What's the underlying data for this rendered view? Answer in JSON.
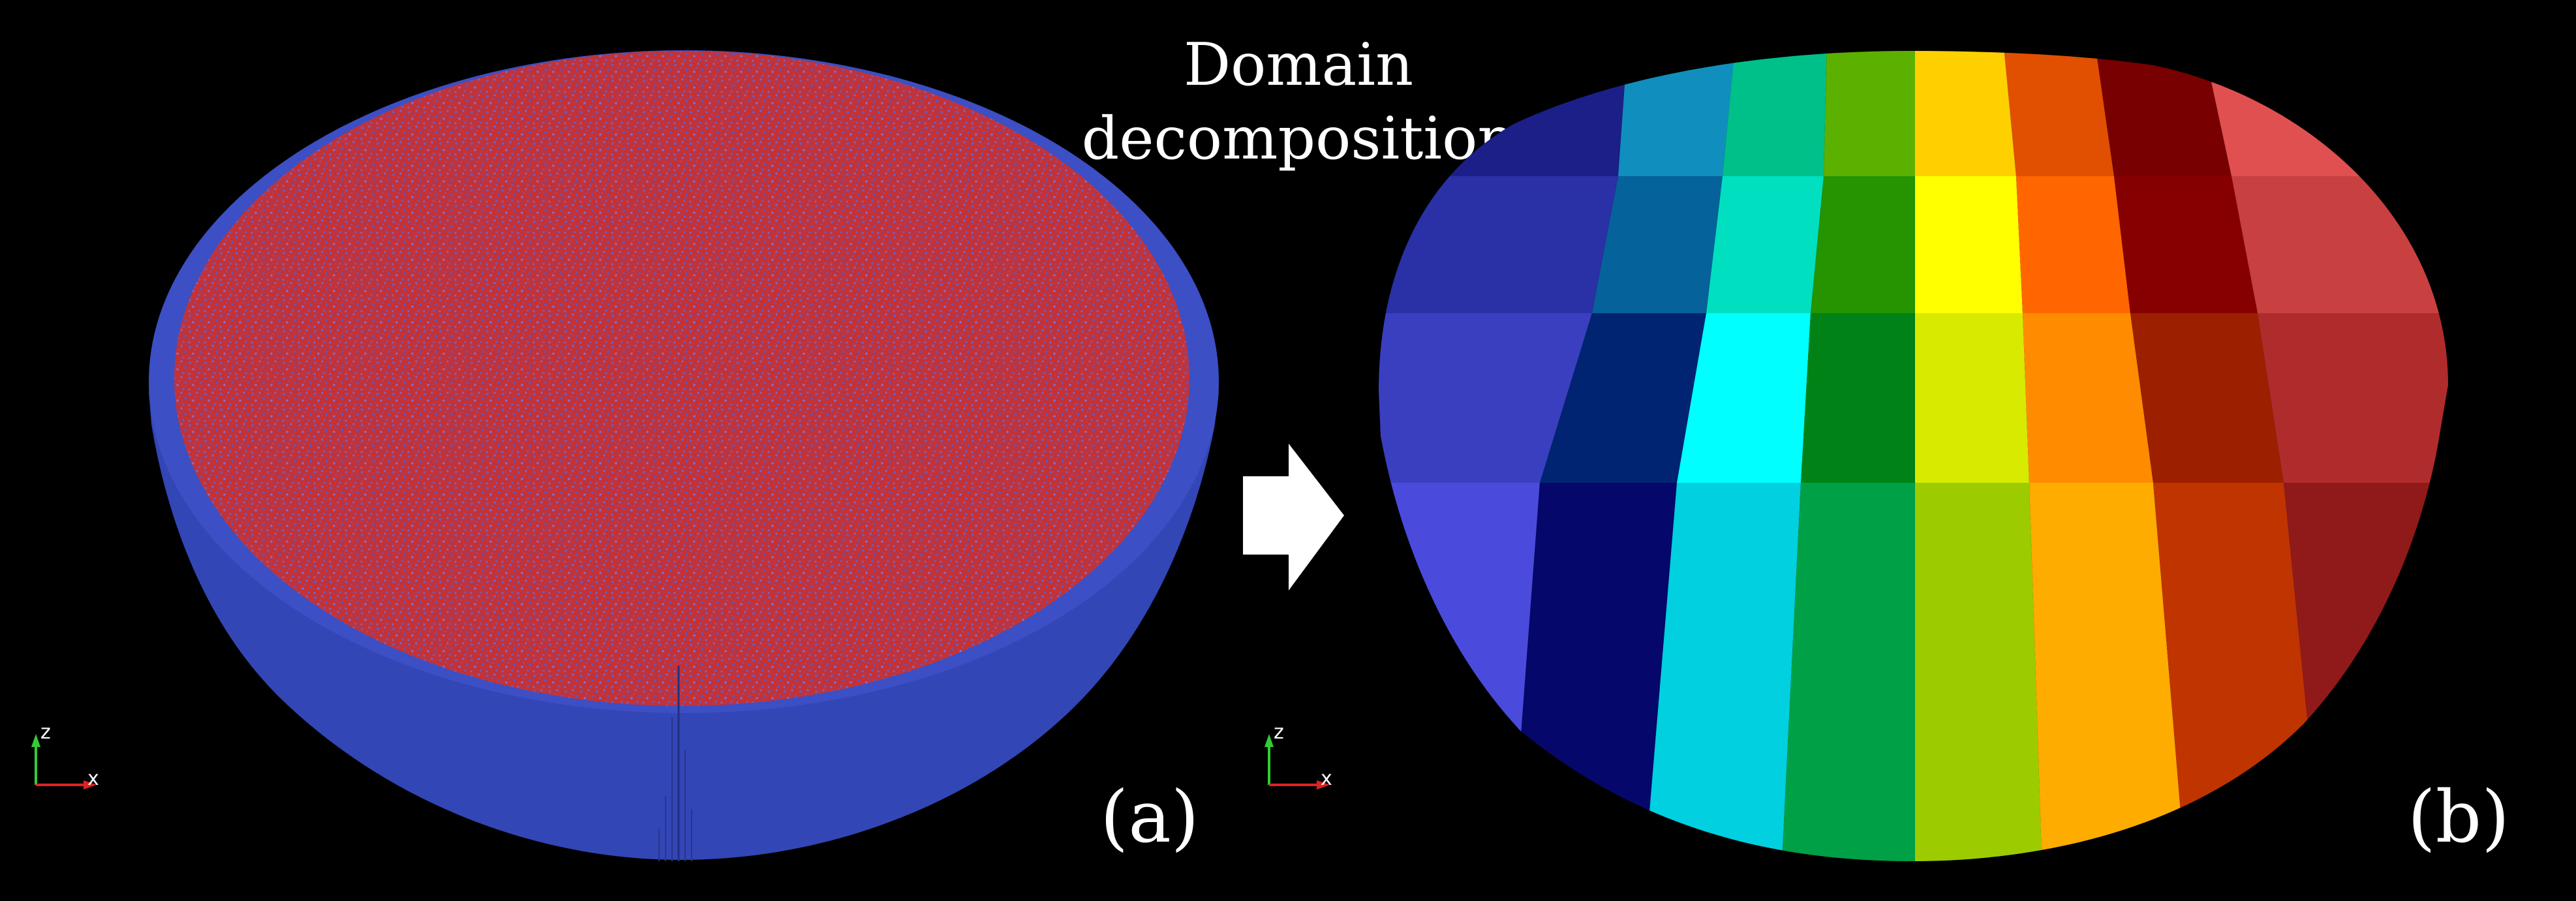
{
  "title_lines": [
    "Domain",
    "decomposition"
  ],
  "panel_a": {
    "label": "(a)",
    "colors": {
      "particles": "#c0333a",
      "wall": "#3c4fc4",
      "wall_dark": "#3346b6"
    },
    "axis_labels": {
      "z": "z",
      "x": "x"
    }
  },
  "panel_b": {
    "label": "(b)",
    "axis_labels": {
      "z": "z",
      "x": "x"
    },
    "subdomain_columns": [
      [
        "#1b1f87",
        "#2a30a6",
        "#3a3fc0",
        "#4a4bdc"
      ],
      [
        "#108fbe",
        "#06629a",
        "#002472",
        "#05076a"
      ],
      [
        "#00c08a",
        "#00e0c0",
        "#00ffff",
        "#00d0e0"
      ],
      [
        "#5cb000",
        "#259400",
        "#008216",
        "#00a046"
      ],
      [
        "#ffd000",
        "#ffff00",
        "#d8ea00",
        "#9ccc00"
      ],
      [
        "#e05000",
        "#ff6600",
        "#ff8c00",
        "#ffac00"
      ],
      [
        "#780000",
        "#860000",
        "#9c2000",
        "#c03400"
      ],
      [
        "#e05050",
        "#c84040",
        "#b02c2c",
        "#901a1a"
      ]
    ]
  },
  "colors": {
    "arrow": "#ffffff",
    "axis_z": "#33cc33",
    "axis_x": "#dd2222"
  }
}
